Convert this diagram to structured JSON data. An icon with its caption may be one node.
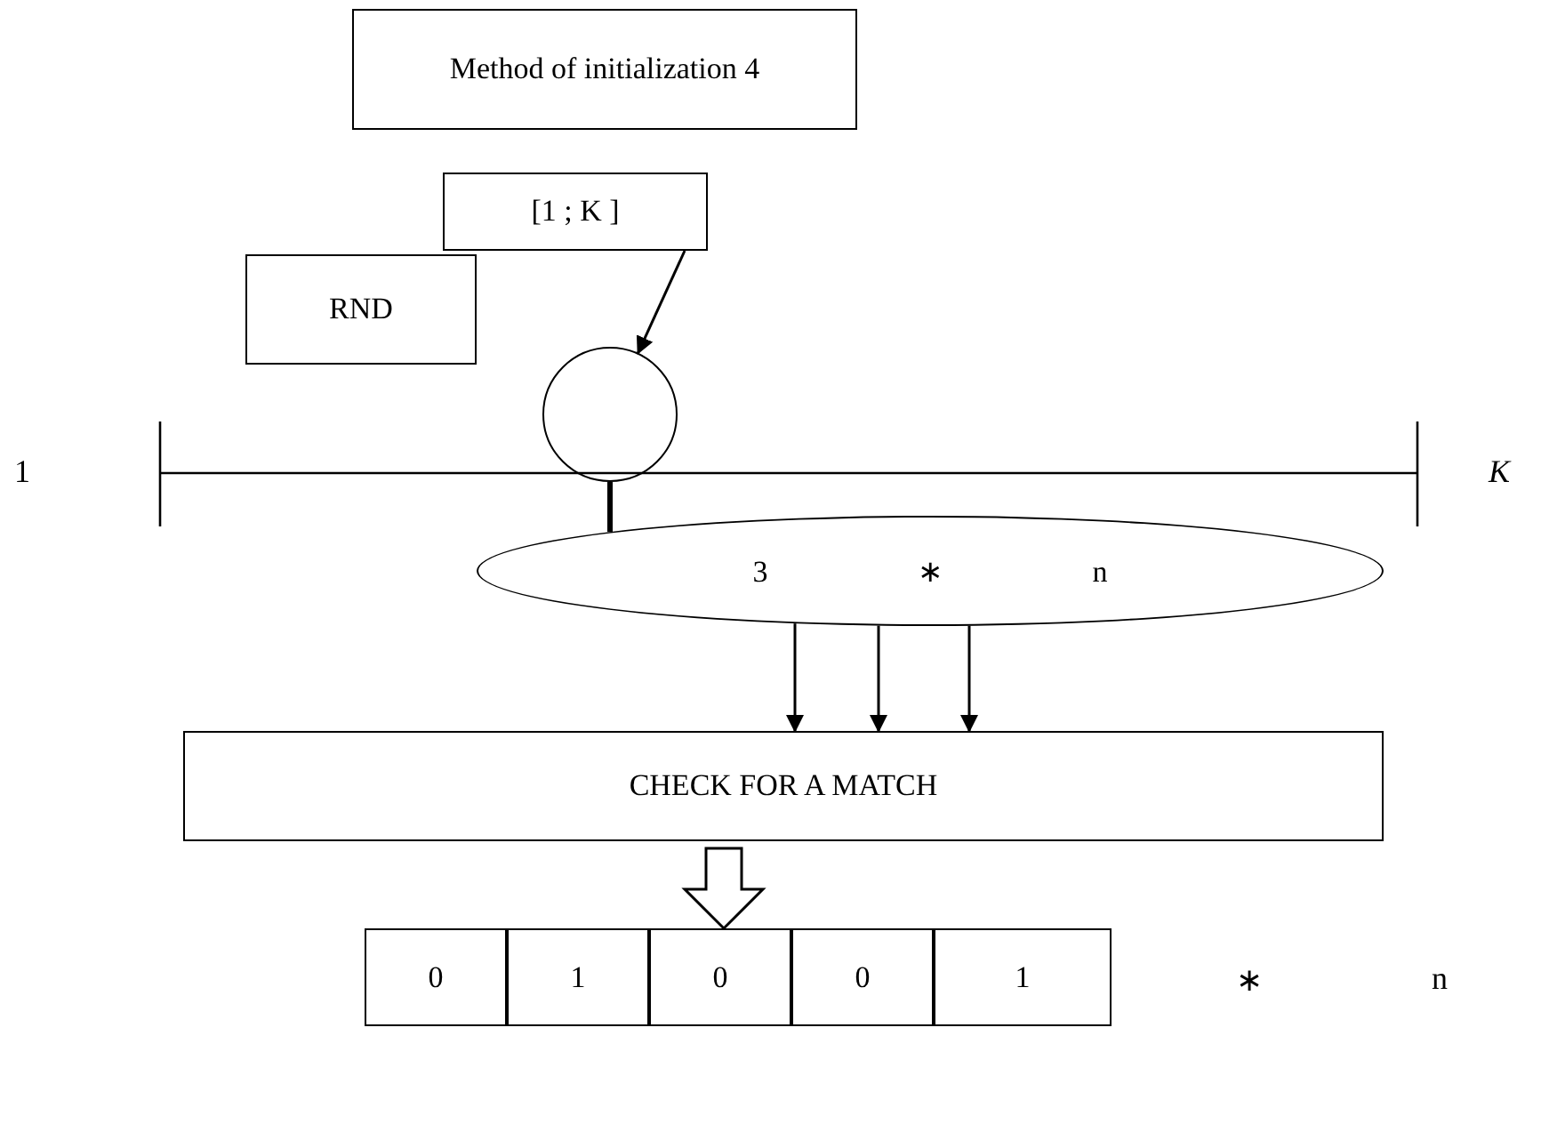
{
  "diagram": {
    "nodes": [
      {
        "text": [
          "Method of initialization 4"
        ]
      },
      {
        "text": [
          "[1 ; K ]"
        ]
      },
      {
        "text": [
          "RND"
        ]
      },
      {
        "text": [],
        "shape": "circle"
      },
      {
        "text": [
          "3 ∗ n"
        ]
      },
      {
        "text": [
          "CHECK FOR A MATCH"
        ]
      },
      {
        "text": [
          "0"
        ]
      },
      {
        "text": [
          "1"
        ]
      },
      {
        "text": [
          "0"
        ]
      },
      {
        "text": [
          "0"
        ]
      },
      {
        "text": [
          "1"
        ]
      }
    ],
    "edges": [
      {
        "from": 1,
        "to": 3,
        "arrow": "to"
      },
      {
        "from": 3,
        "to": 4,
        "arrow": "none",
        "style": "thick"
      },
      {
        "from": 4,
        "to": 5,
        "arrow": "to"
      },
      {
        "from": 4,
        "to": 5,
        "arrow": "to"
      },
      {
        "from": 4,
        "to": 5,
        "arrow": "to"
      },
      {
        "from": 5,
        "to": 8,
        "arrow": "to"
      }
    ],
    "labels": [
      "1",
      "K",
      "∗",
      "n"
    ]
  }
}
